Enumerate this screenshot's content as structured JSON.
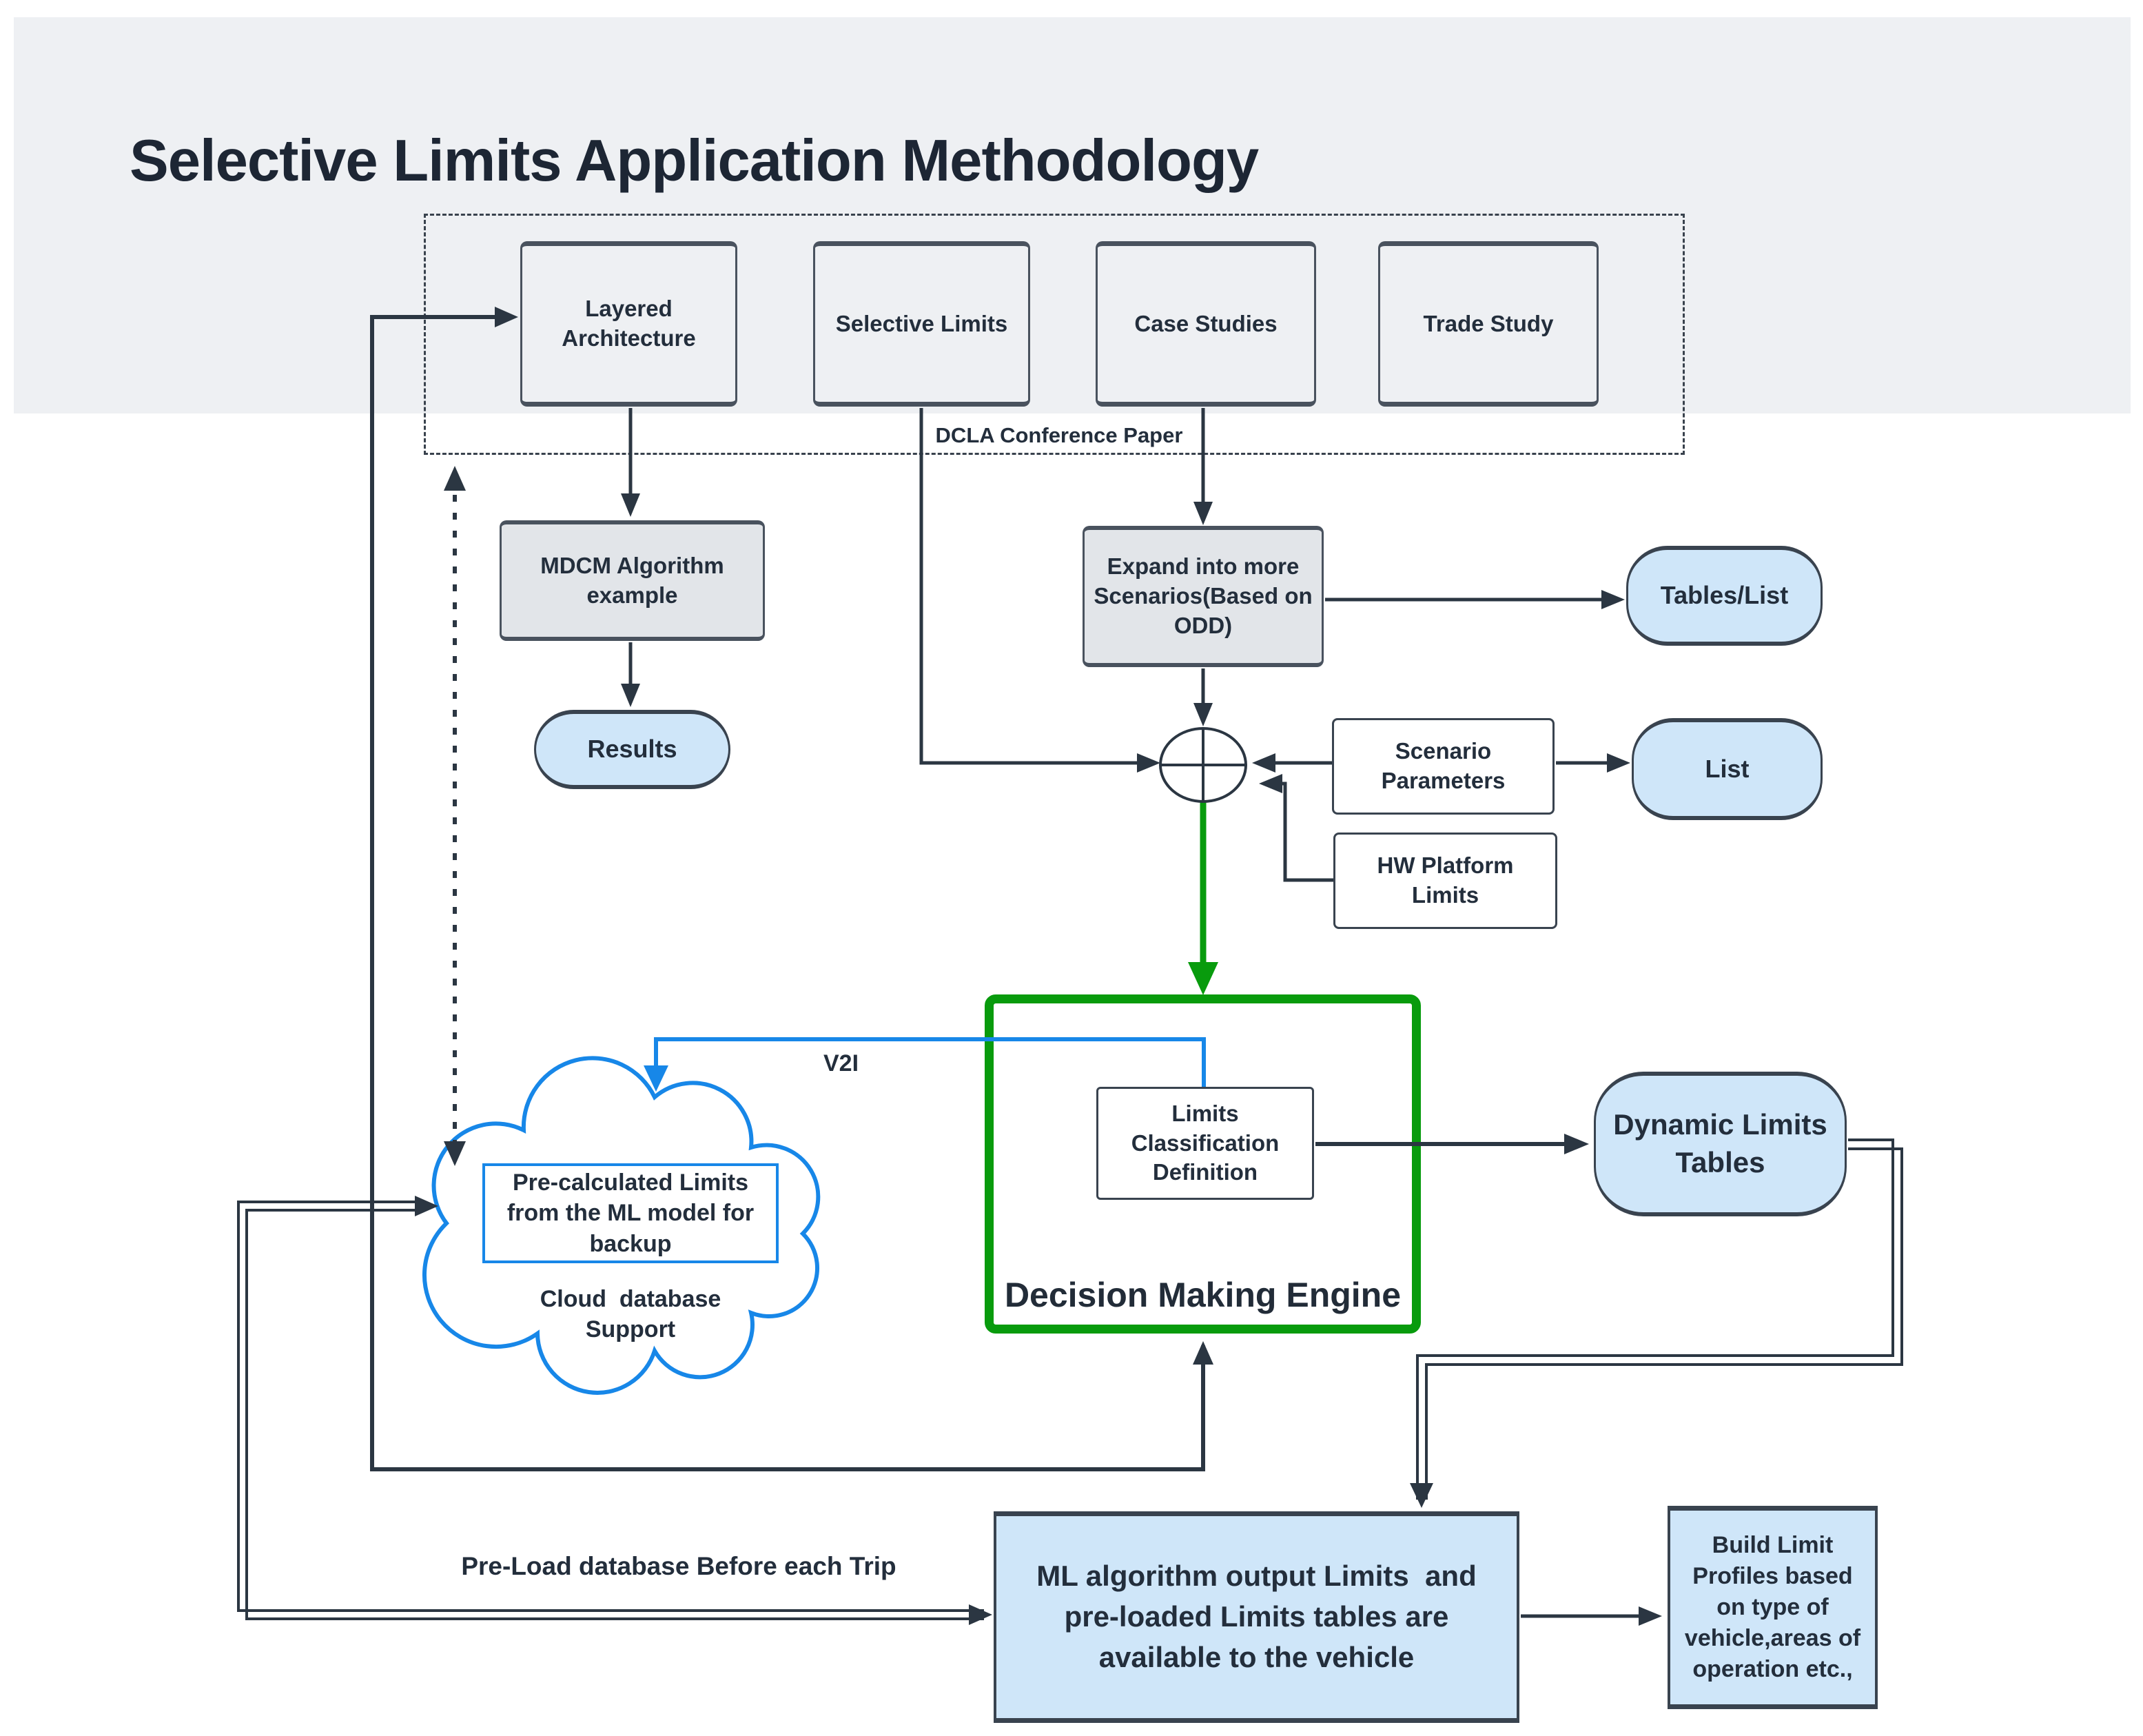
{
  "title": "Selective Limits Application Methodology",
  "conference_group": {
    "caption": "DCLA  Conference Paper",
    "items": [
      "Layered\nArchitecture",
      "Selective Limits",
      "Case Studies",
      "Trade Study"
    ]
  },
  "nodes": {
    "mdcm": "MDCM Algorithm\nexample",
    "results": "Results",
    "expand": "Expand into more\nScenarios(Based on\nODD)",
    "tables_list": "Tables/List",
    "scenario_parameters": "Scenario\nParameters",
    "list": "List",
    "hw_platform": "HW Platform\nLimits",
    "decision_engine": "Decision Making Engine",
    "limits_classification": "Limits\nClassification\nDefinition",
    "dynamic_limits": "Dynamic Limits\nTables",
    "cloud_backup": "Pre-calculated Limits\nfrom the ML model for\nbackup",
    "cloud_support": "Cloud  database\nSupport",
    "ml_output": "ML algorithm output Limits  and\npre-loaded Limits tables are\navailable to the vehicle",
    "build_profiles": "Build Limit\nProfiles based\non type of\nvehicle,areas of\noperation etc.,"
  },
  "labels": {
    "v2i": "V2I",
    "preload": "Pre-Load database Before each Trip"
  },
  "colors": {
    "band": "#eef0f3",
    "node_gray": "#e2e5e9",
    "node_blue": "#cfe6f9",
    "green": "#089b0d",
    "blue": "#1787e8",
    "line": "#2b3642",
    "text": "#232e3c"
  }
}
